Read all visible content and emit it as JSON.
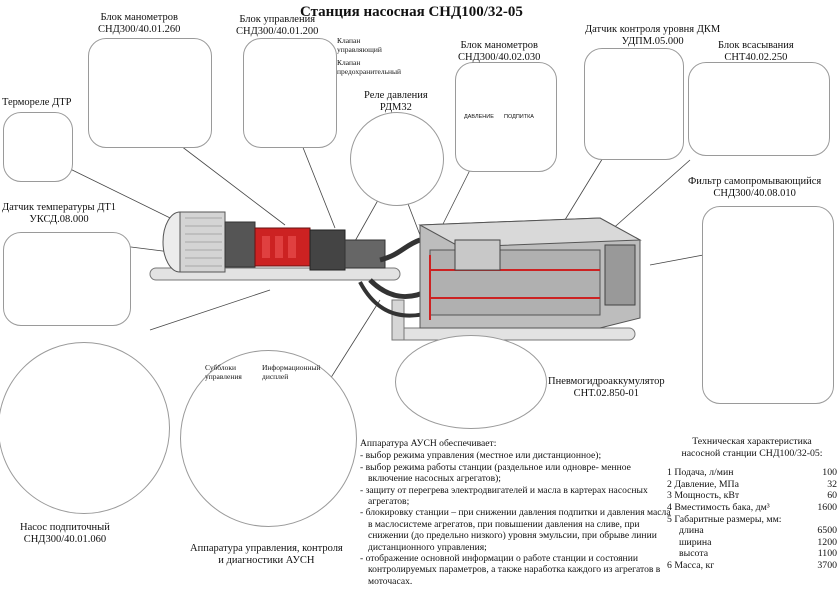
{
  "title": "Станция насосная СНД100/32-05",
  "callouts": {
    "manometer_block_1": [
      "Блок манометров",
      "СНД300/40.01.260"
    ],
    "control_block": [
      "Блок управления",
      "СНД300/40.01.200"
    ],
    "valve_control": "Клапан управляющий",
    "valve_safety": "Клапан предохранительный",
    "manometer_block_2": [
      "Блок манометров",
      "СНД300/40.02.030"
    ],
    "level_sensor": [
      "Датчик контроля уровня ДКМ",
      "УДПМ.05.000"
    ],
    "suction_block": [
      "Блок всасывания",
      "СНТ40.02.250"
    ],
    "thermo_relay": "Термореле ДТР",
    "pressure_relay": [
      "Реле давления",
      "РДМ32"
    ],
    "filter": [
      "Фильтр самопромывающийся",
      "СНД300/40.08.010"
    ],
    "temp_sensor": [
      "Датчик температуры ДТ1",
      "УКСД.08.000"
    ],
    "sub_blocks": "Субблоки управления",
    "info_display": "Информационный дисплей",
    "accumulator": [
      "Пневмогидроаккумулятор",
      "СНТ.02.850-01"
    ],
    "feed_pump": [
      "Насос подпиточный",
      "СНД300/40.01.060"
    ],
    "ausn": [
      "Аппаратура управления, контроля",
      "и диагностики АУСН"
    ]
  },
  "description": {
    "heading": "Аппаратура АУСН обеспечивает:",
    "items": [
      "- выбор режима управления (местное или дистанционное);",
      "- выбор режима работы станции (раздельное или одновре- менное включение насосных агрегатов);",
      "- защиту от перегрева электродвигателей и масла в картерах насосных агрегатов;",
      "- блокировку станции – при снижении давления подпитки и давления масла в маслосистеме агрегатов, при повышении давления на сливе, при снижении (до предельно низкого) уровня эмульсии, при обрыве линии дистанционного управления;",
      "- отображение основной информации о работе станции и состоянии контролируемых параметров, а также наработка каждого из агрегатов в моточасах."
    ]
  },
  "specs": {
    "title": [
      "Техническая характеристика",
      "насосной станции СНД100/32-05:"
    ],
    "rows": [
      {
        "label": "1 Подача, л/мин",
        "value": "100"
      },
      {
        "label": "2 Давление, МПа",
        "value": "32"
      },
      {
        "label": "3 Мощность, кВт",
        "value": "60"
      },
      {
        "label": "4 Вместимость бака, дм³",
        "value": "1600"
      },
      {
        "label": "5 Габаритные размеры, мм:",
        "value": ""
      },
      {
        "label": "длина",
        "value": "6500",
        "indent": true
      },
      {
        "label": "ширина",
        "value": "1200",
        "indent": true
      },
      {
        "label": "высота",
        "value": "1100",
        "indent": true
      },
      {
        "label": "6 Масса, кг",
        "value": "3700"
      }
    ]
  },
  "gauge_labels": [
    "ДАВЛЕНИЕ",
    "ПОДПИТКА"
  ]
}
